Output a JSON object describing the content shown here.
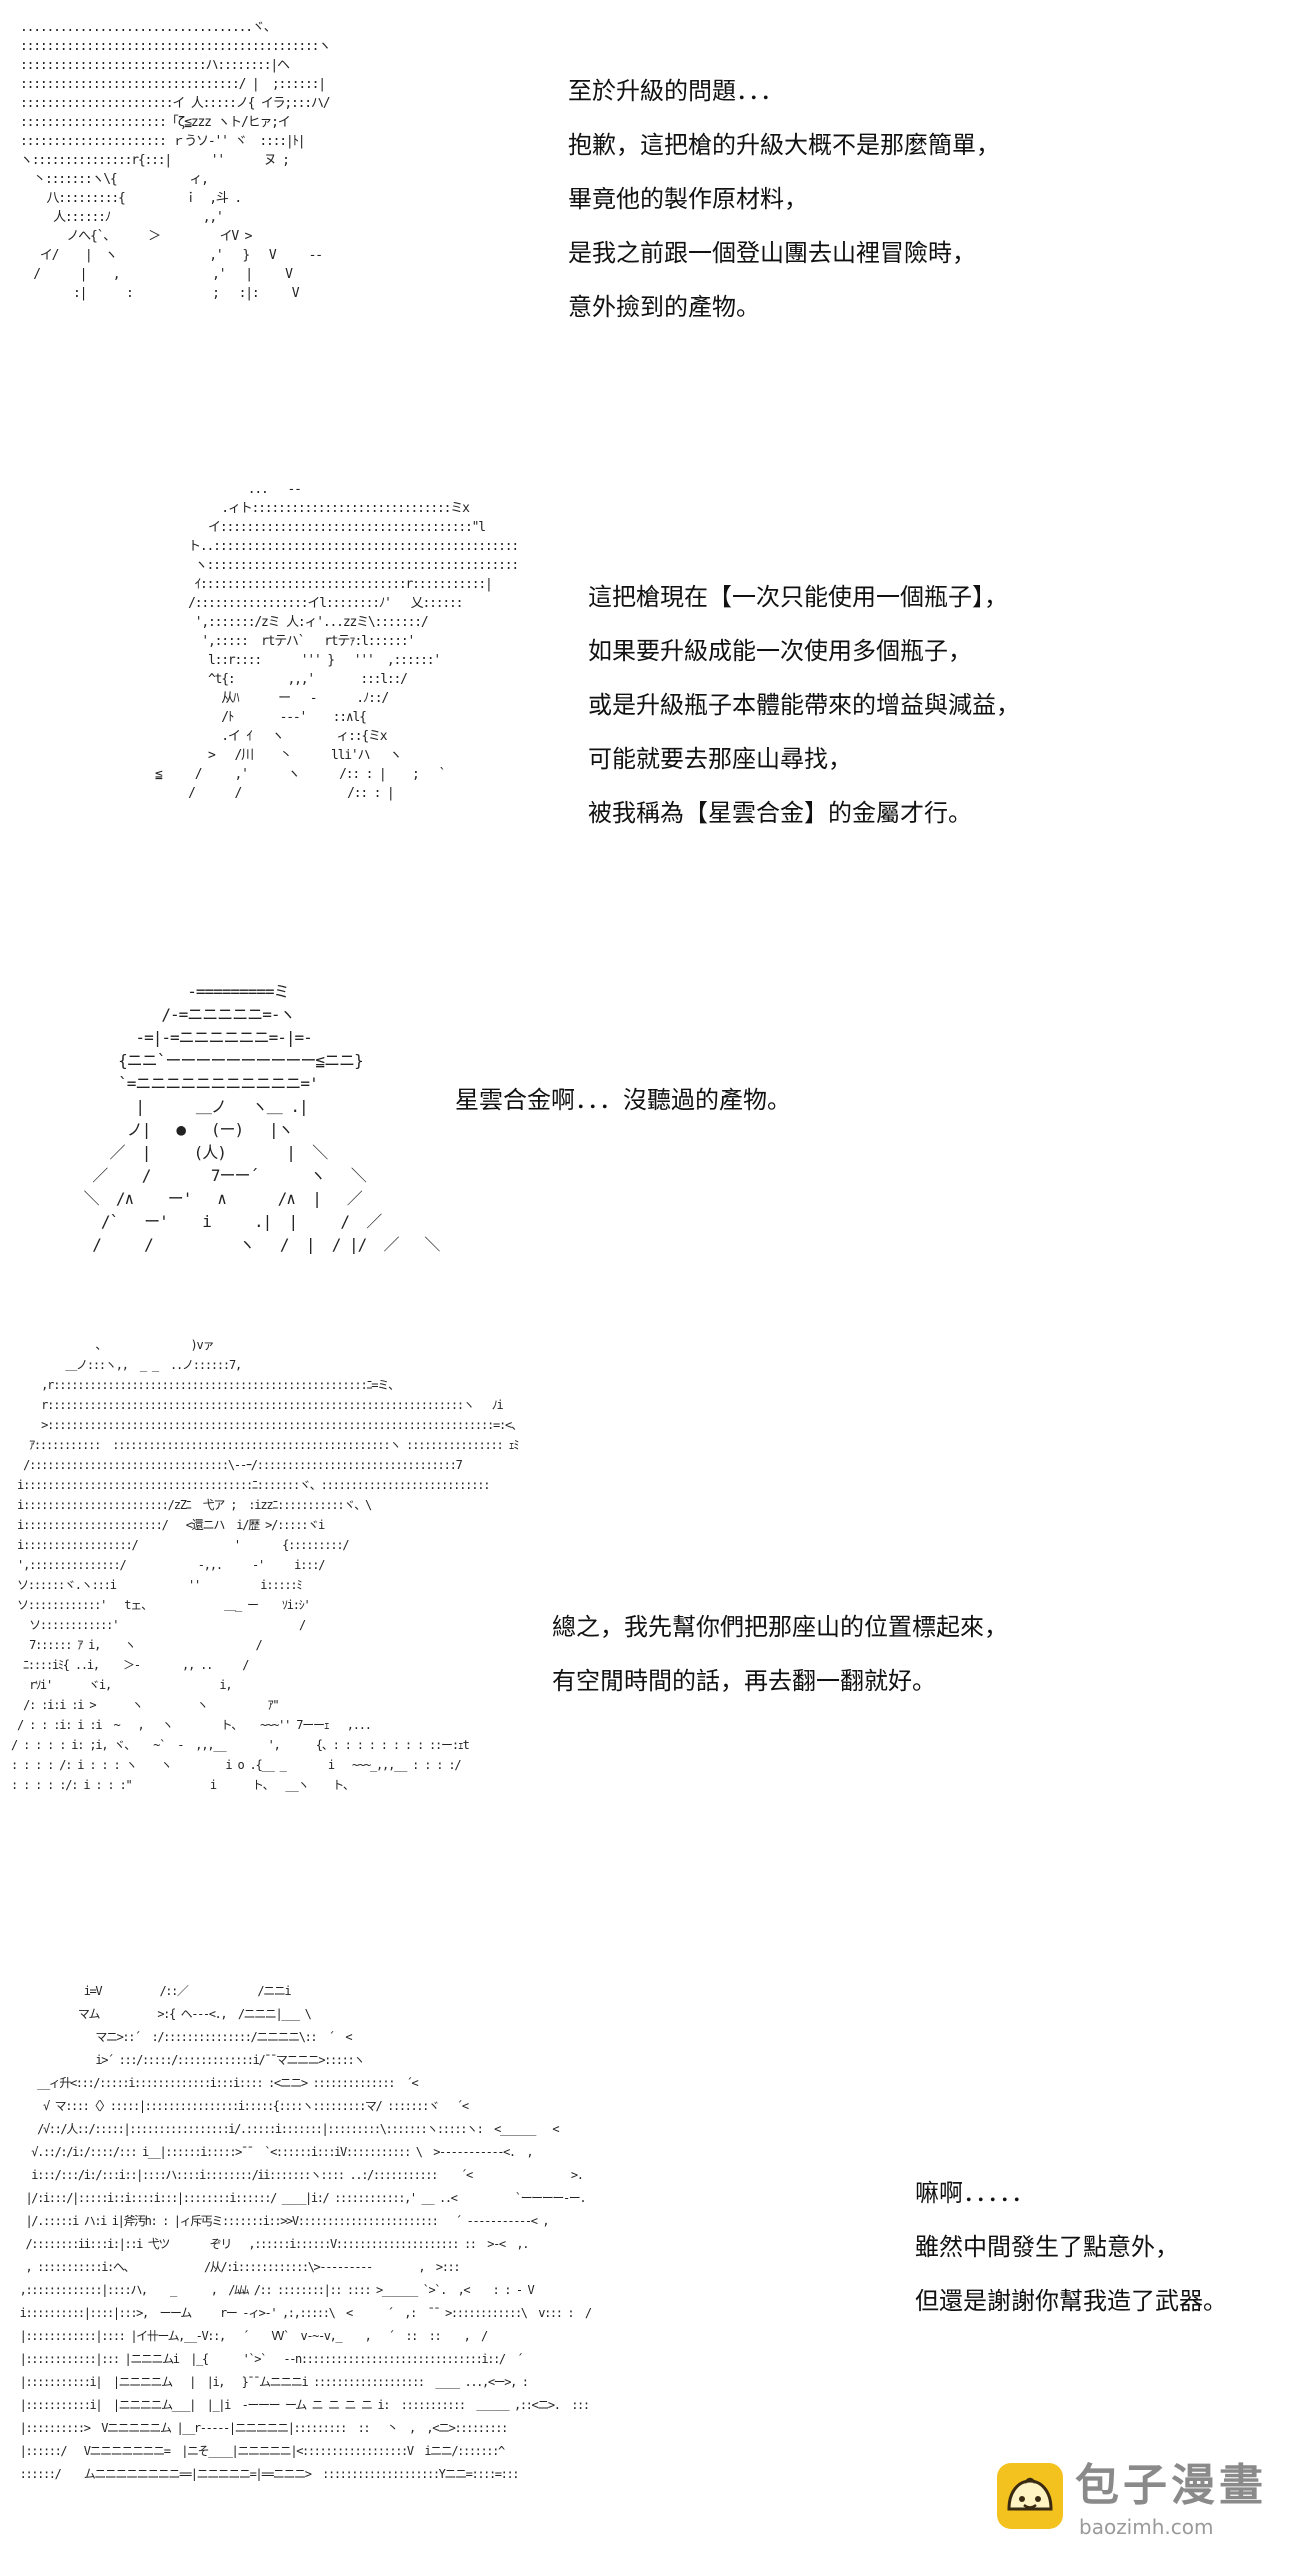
{
  "panels": [
    {
      "art": "...................................ヾ、\n:::::::::::::::::::::::::::::::::::::::::::::ヽ\n::::::::::::::::::::::::::::ハ::::::::|ヘ\n:::::::::::::::::::::::::::::::::/ |  ;::::::|\n:::::::::::::::::::::::イ 人:::::ノ{ イラ;:::ハ/\n::::::::::::::::::::::「ζ≦zzz ヽト/ヒァ;イ\n:::::::::::::::::::::: ｒうソ-'' ヾ  ::::|ﾄ|\nヽ:::::::::::::::r{:::|      ''      ヌ ;\n  丶:::::::ヽ\\{           ィ,\n    八:::::::::{         ｉ  ,斗 .\n     人::::::ﾉ              ,,'\n       ノへ{`、     ＞         イV >\n   イ/    |  ヽ              ,'   }   V     --\n  /      |    ,              ,'   |     V\n        :|      :            ;   :|:     V",
      "lines": [
        "至於升級的問題．．．",
        "抱歉，這把槍的升級大概不是那麼簡單，",
        "畢竟他的製作原材料，",
        "是我之前跟一個登山團去山裡冒險時，",
        "意外撿到的產物。"
      ]
    },
    {
      "art": "              ...   --\n          .ィト::::::::::::::::::::::::::::::ミx\n        イ::::::::::::::::::::::::::::::::::::::\"l\n     ト..::::::::::::::::::::::::::::::::::::::::::::::\n      ヽ:::::::::::::::::::::::::::::::::::::::::::::::\n      ｲ:::::::::::::::::::::::::::::::r:::::::::::|\n     /:::::::::::::::::イl::::::::ﾉ'   乂::::::\n      ',:::::::/zミ 人:ィ'...zzミ\\:::::::/\n       ',:::::  rtテハ`   rtテｧ:l::::::'\n        l::r::::      ''' }   '''  ,::::::'\n        ^t{:        ,,,'       :::l::/\n          从ﾊ      ー   -      .ﾉ::/\n          /ﾄ       ---'    ::∧l{\n          .イ ｲ   ヽ        ィ::{ミx\n        >   /川    丶      lli'ハ   ヽ\n≦     /     ,'      ヽ      /:: : |    ;   `\n     /      /                /:: : |",
      "lines": [
        "這把槍現在【一次只能使用一個瓶子】，",
        "如果要升級成能一次使用多個瓶子，",
        "或是升級瓶子本體能帶來的增益與減益，",
        "可能就要去那座山尋找，",
        "被我稱為【星雲合金】的金屬才行。"
      ]
    },
    {
      "art": "             -=========ミ\n          /-=ニニニニニ=-ヽ\n       -=|-=ニニニニニニ=-|=-\n     {ニニ`ーーーーーーーーーー≦ニニ}\n     `=ニニニニニニニニニニニ='\n       |      ＿ノ   ヽ＿ .|\n      ノ|   ●   (ー)   |ヽ\n    ／  |     (人)       |  ＼\n  ／    /       7ーー´      ヽ   ＼\n ＼  /∧    ー'   ∧      /∧  |   ／\n   /`   ー'    i     .|  |     /  ／\n  /     /          ヽ   /  |  / |/  ／   ＼",
      "lines": [
        "星雲合金啊．．．沒聽過的產物。"
      ]
    },
    {
      "art": "               、              )vァ\n          ＿ノ:::ヽ,,  _ _  ..ノ::::::7,\n      ,r::::::::::::::::::::::::::::::::::::::::::::::::::::ﾆ=ミ、\n      r:::::::::::::::::::::::::::::::::::::::::::::::::::::::::::::::::::::ヽ   ﾉi\n      >::::::::::::::::::::::::::::::::::::::::::::::::::::::::::::::::::::::::::=:<、\n    ｱ:::::::::::  ::::::::::::::::::::::::::::::::::::::::::::::ヽ :::::::::::::::: ｪﾐ\n   /:::::::::::::::::::::::::::::::::\\--ｰ/:::::::::::::::::::::::::::::::::7\n  i::::::::::::::::::::::::::::::::::::::ﾆ:::::::ヾ、::::::::::::::::::::::::::::\n  i::::::::::::::::::::::::/zZﾆ  弋ア ;  :izzﾆ:::::::::::ヾ、\\\n  i:::::::::::::::::::::::/   <還ニハ  i/歴 >/:::::ヾi\n  i::::::::::::::::::/                '       {:::::::::/\n  ',:::::::::::::::/            -,,.     ‐'     i:::/\n  ソ::::::ヾ.ヽ:::i            ''          i:::::ﾐ\n  ソ::::::::::::'   tェ、            ＿_ ー    ｿi:ｼ'\n    ソ::::::::::::'                              /\n    7:::::: ｱ i,    ヽ                    /\n   ﾆ::::iﾐ{ ..i,    ＞-       ,, ..     /\n    rｿi'      ヾi,                  i,\n   /: :i:i :i >      ヽ         ヽ          ｱ\"\n  / : : :i: i :i  ~   ,   ヽ        ト、   ~~~'' 7ーーｪ   ,...\n / : : : : i: ;i, ヾ、   ~`  -  ,,,__       ',      {、: : : : : : : : ::ー:ｪt\n : : : : /: i : : : ヽ    ヽ         i o .{__ _       i   ~~~_,,,__ : : : :/\n : : : : :/: i : : :\"             i      ト、  __ヽ    ト、",
      "lines": [
        "總之，我先幫你們把那座山的位置標起來，",
        "有空閒時間的話，再去翻一翻就好。"
      ]
    },
    {
      "art": "             i=V          /::／            /ニニi\n            マム          >:{ ヘ---<.,  /ニニニ|___ \\\n               マニ>::´  :/:::::::::::::::/ニニニニ\\::  ´  <\n               i>´ :::/:::::/:::::::::::::i/¯¯マニニニ>:::::ヽ\n     __ィ升<:::/:::::i:::::::::::::i:::i:::: :<ニニ> ::::::::::::::  ´<\n      √ マ::::〈〉:::::|::::::::::::::::i:::::{::::ヽ:::::::::マ/ :::::::ヾ   ´<\n     /√::/人::/:::::|:::::::::::::::::i/.:::::i:::::::|:::::::::\\:::::::ヽ:::::ヽ:  <______   <\n    √.::/:/i:/::::/::: i__|::::::i:::::>¯¯  `<::::::i:::iV::::::::::: \\  >-----------<.  ,\n    i:::/:::/i:/:::i::|::::ハ::::i::::::::/ii:::::::ヽ:::: ..:/:::::::::::    ´<                 >.\n   |/:i:::/|:::::i::i::::i:::|::::::::i::::::/ ____|i:/ ::::::::::::,' __ ..<          `ーーーー-ー.\n   |/.:::::i ハ:i i|斧汚h: : |ィ斥丐ミ:::::::i::>>V::::::::::::::::::::::::   ´ -----------< ,\n   /::::::::ii:::i:|::i 弋ツ       ぞリ   ,::::::i::::::V::::::::::::::::::::: ::  >-<  ,.\n   , :::::::::::i:ヘ、            /从/:i::::::::::::\\>---------        ,  >:::\n  ,:::::::::::::|::::ハ,    _      ,  /ﾑﾑﾑ /:: ::::::::|:: :::: >______ `>`.  ,<    : : - V\n  i::::::::::|::::|:::>,  ーーム     rー -ィ>-' ,:,:::::\\  <      ´  ,:  ¯¯ >::::::::::::\\  v::: :  /\n  |::::::::::::|:::: |イ卄ーム,__-V::,   ´    VV`  v-~-v,_    ,   ´  ::  ::    ,  /\n  |::::::::::::|::: |ニニニムi  |_{      '`>`   --n:::::::::::::::::::::::::::::::i::/  ´\n  |:::::::::::i|  |ニニニニム   |  |i,   }¯¯ムニニニi :::::::::::::::::::  ____ ...,<ー>, :\n  |:::::::::::i|  |ニニニニム___|  |_|i  -ーーー ーム ニ ニ ニ ニ i:  :::::::::::  ＿＿＿ ,::<ニ>.  :::\n  |::::::::::>  Vニニニニニム |__r-----|ニニニニニ|:::::::::  ::   丶  ,  ,<ニ>:::::::::\n  |::::::/   Vニニニニニニニ=  |ニそ____|ニニニニニ|<::::::::::::::::::V  iニニ/:::::::^\n  ::::::/    ムニニニニニニニニ==|ニニニニニ=|==ニニニ>  ::::::::::::::::::::Yニニ=::::=:::",
      "lines": [
        "嘛啊．．．．．",
        "雖然中間發生了點意外，",
        "但還是謝謝你幫我造了武器。"
      ]
    }
  ],
  "watermark": {
    "title": "包子漫畫",
    "url": "baozimh.com",
    "colors": {
      "bun": "#f4c21f",
      "face": "#3a2a12",
      "text": "#8a8a8a"
    }
  }
}
